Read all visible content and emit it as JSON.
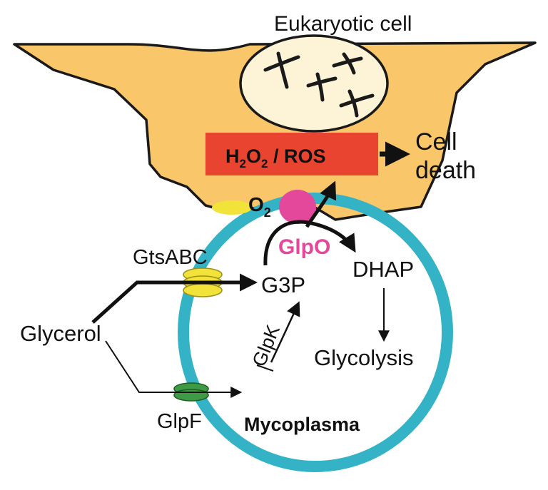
{
  "labels": {
    "eukaryotic_cell": "Eukaryotic cell",
    "ros_h": "H",
    "ros_sub2a": "2",
    "ros_o": "O",
    "ros_sub2b": "2",
    "ros_rest": " / ROS",
    "cell": "Cell",
    "death": "death",
    "o2_o": "O",
    "o2_sub": "2",
    "glpo": "GlpO",
    "gtsabc": "GtsABC",
    "g3p": "G3P",
    "dhap": "DHAP",
    "glycerol": "Glycerol",
    "glpk": "GlpK",
    "glycolysis": "Glycolysis",
    "glpf": "GlpF",
    "mycoplasma": "Mycoplasma"
  },
  "colors": {
    "cell_fill": "#F9C66A",
    "nucleus_fill": "#FDF4D7",
    "ros_box": "#E8442F",
    "membrane": "#35B3C6",
    "glpo": "#E4489A",
    "transporter": "#F2E33A",
    "glpf": "#3E9A45"
  }
}
